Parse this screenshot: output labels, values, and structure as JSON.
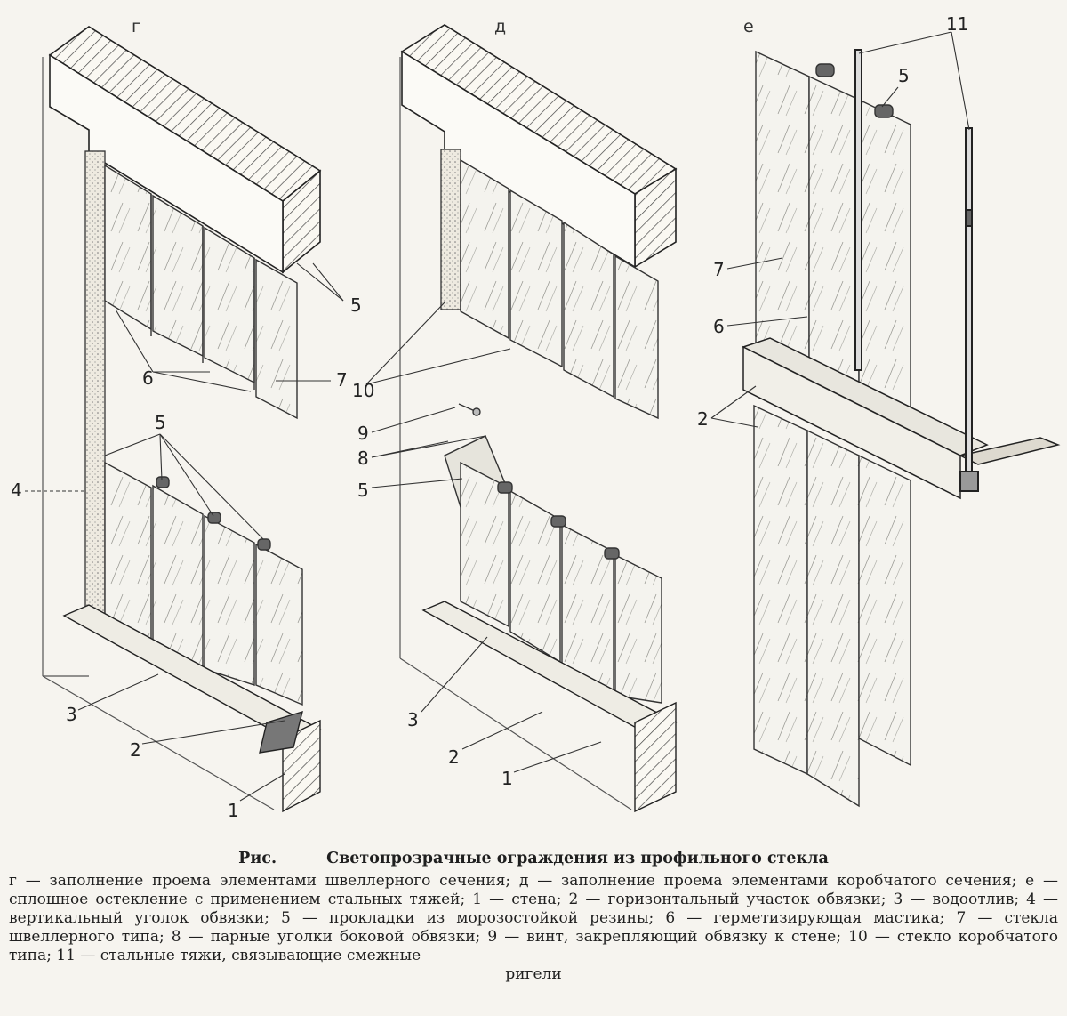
{
  "panels": [
    {
      "letter": "г"
    },
    {
      "letter": "д"
    },
    {
      "letter": "е"
    }
  ],
  "callouts": {
    "g": [
      "5",
      "6",
      "7",
      "5",
      "4",
      "3",
      "2",
      "1"
    ],
    "d": [
      "10",
      "9",
      "8",
      "5",
      "3",
      "2",
      "1"
    ],
    "e": [
      "11",
      "5",
      "7",
      "6",
      "2"
    ]
  },
  "caption": {
    "prefix": "Рис.",
    "title": "Светопрозрачные ограждения из профильного стекла",
    "body": "г — заполнение проема элементами швеллерного сечения; д — заполнение проема элементами коробчатого сечения; е — сплошное остекление с применением стальных тяжей; 1 — стена; 2 — горизонтальный участок обвязки; 3 — водоотлив; 4 — вертикальный уголок обвязки; 5 — прокладки из морозостойкой резины; 6 — герметизирующая мастика; 7 — стекла швеллерного типа; 8 — парные уголки боковой обвязки; 9 — винт, закрепляющий обвязку к стене; 10 — стекло коробчатого типа; 11 — стальные тяжи, связывающие смежные",
    "tail": "ригели"
  }
}
